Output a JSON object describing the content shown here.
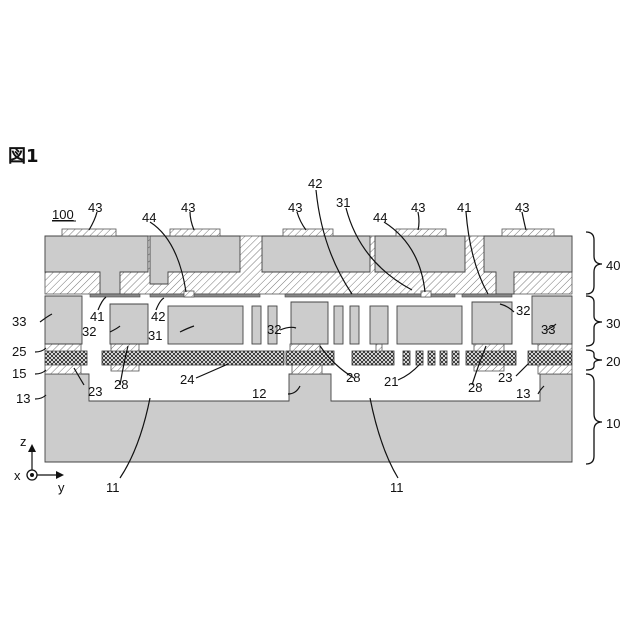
{
  "title": "図1",
  "ref_main": "100",
  "labels": {
    "l10": "10",
    "l11": "11",
    "l12": "12",
    "l13": "13",
    "l15": "15",
    "l20": "20",
    "l21": "21",
    "l23": "23",
    "l24": "24",
    "l25": "25",
    "l28": "28",
    "l30": "30",
    "l31": "31",
    "l32": "32",
    "l33": "33",
    "l40": "40",
    "l41": "41",
    "l42": "42",
    "l43": "43",
    "l44": "44"
  },
  "axes": {
    "z": "z",
    "x": "x",
    "y": "y"
  }
}
